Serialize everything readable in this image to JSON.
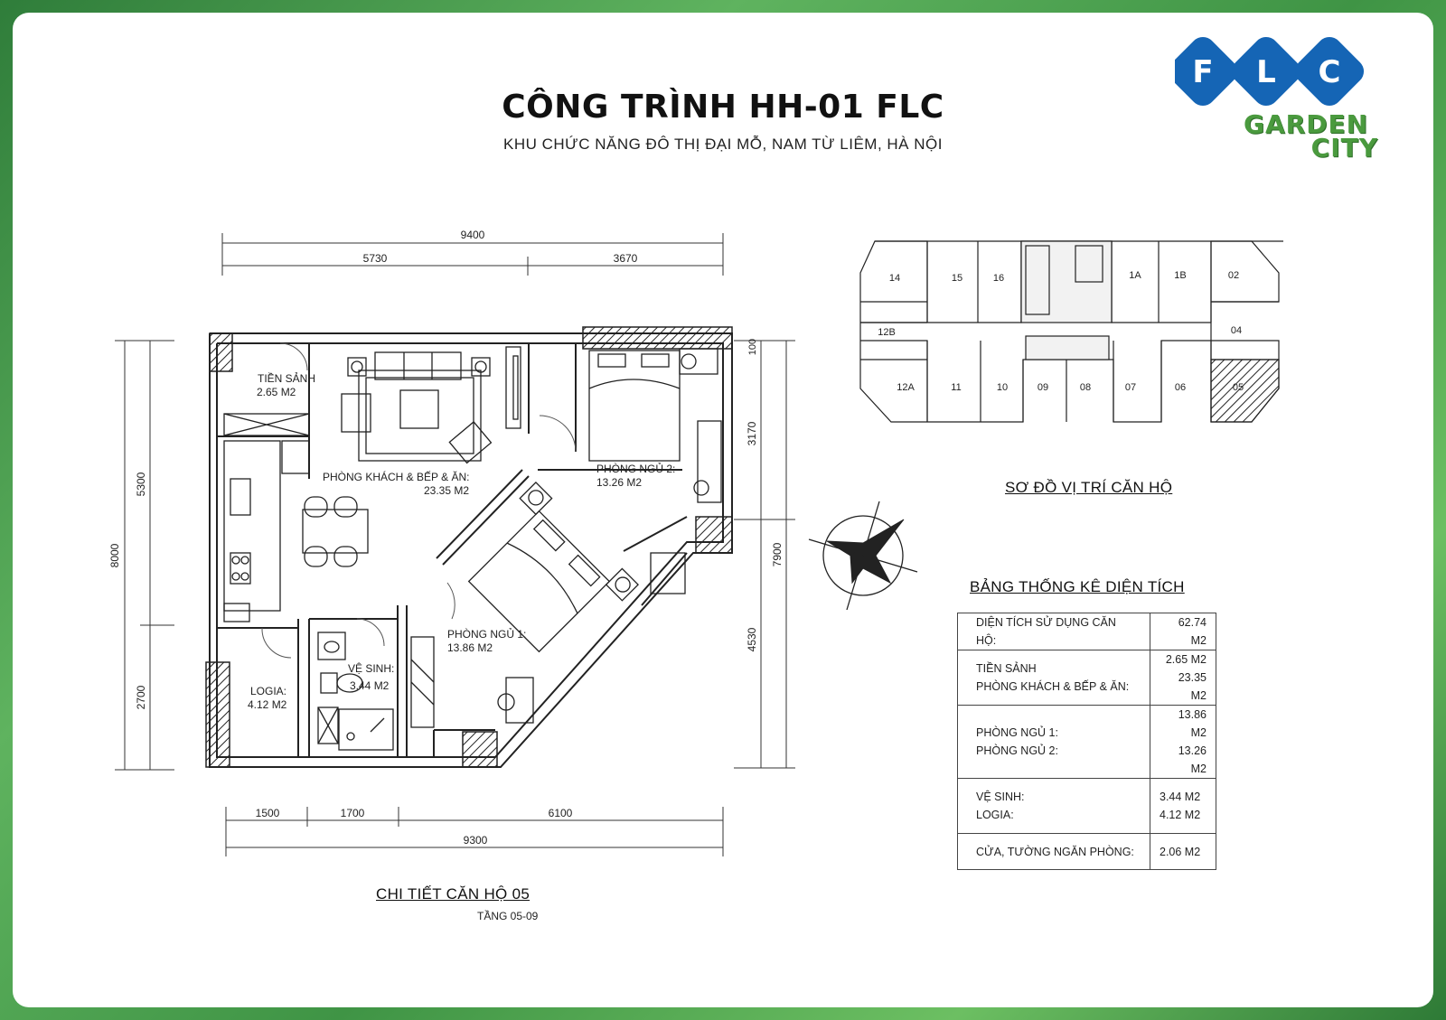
{
  "header": {
    "title": "CÔNG TRÌNH HH-01 FLC",
    "subtitle": "KHU CHỨC NĂNG ĐÔ THỊ ĐẠI MỖ, NAM TỪ LIÊM, HÀ NỘI"
  },
  "logo": {
    "letters": [
      "F",
      "L",
      "C"
    ],
    "line1": "GARDEN",
    "line2": "CITY",
    "brand_blue": "#1565b5",
    "brand_green": "#4a9a3e"
  },
  "plan": {
    "caption": "CHI TIẾT CĂN HỘ 05",
    "floor": "TẦNG 05-09",
    "dims_top": {
      "total": "9400",
      "left": "5730",
      "right": "3670"
    },
    "dims_bottom": {
      "d1": "1500",
      "d2": "1700",
      "d3": "6100",
      "total": "9300"
    },
    "dims_left": {
      "total": "8000",
      "upper": "5300",
      "lower": "2700"
    },
    "dims_right": {
      "top": "100",
      "d1": "3170",
      "total": "7900",
      "d2": "4530"
    },
    "rooms": [
      {
        "name": "TIỀN SẢNH",
        "area": "2.65 M2"
      },
      {
        "name": "PHÒNG KHÁCH & BẾP & ĂN:",
        "area": "23.35 M2"
      },
      {
        "name": "PHÒNG NGỦ 2:",
        "area": "13.26 M2"
      },
      {
        "name": "PHÒNG NGỦ 1:",
        "area": "13.86 M2"
      },
      {
        "name": "VỆ SINH:",
        "area": "3.44 M2"
      },
      {
        "name": "LOGIA:",
        "area": "4.12 M2"
      }
    ]
  },
  "location": {
    "caption": "SƠ ĐỒ VỊ TRÍ CĂN HỘ",
    "units_top": [
      "14",
      "15",
      "16",
      "1A",
      "1B",
      "02"
    ],
    "units_mid": [
      "12B",
      "04"
    ],
    "units_bottom": [
      "12A",
      "11",
      "10",
      "09",
      "08",
      "07",
      "06",
      "05"
    ],
    "highlight": "05"
  },
  "stats": {
    "title": "BẢNG THỐNG KÊ DIỆN TÍCH",
    "rows": [
      {
        "labels": [
          "DIỆN TÍCH SỬ DỤNG CĂN HỘ:"
        ],
        "values": [
          "62.74 M2"
        ]
      },
      {
        "labels": [
          "TIỀN SẢNH",
          "PHÒNG KHÁCH & BẾP & ĂN:"
        ],
        "values": [
          "2.65 M2",
          "23.35 M2"
        ]
      },
      {
        "labels": [
          "PHÒNG NGỦ 1:",
          "PHÒNG NGỦ 2:"
        ],
        "values": [
          "13.86 M2",
          "13.26 M2"
        ]
      },
      {
        "labels": [
          "VỆ SINH:",
          "LOGIA:"
        ],
        "values": [
          "3.44 M2",
          "4.12 M2"
        ]
      },
      {
        "labels": [
          "CỬA, TƯỜNG NGĂN PHÒNG:"
        ],
        "values": [
          "2.06 M2"
        ]
      }
    ]
  }
}
